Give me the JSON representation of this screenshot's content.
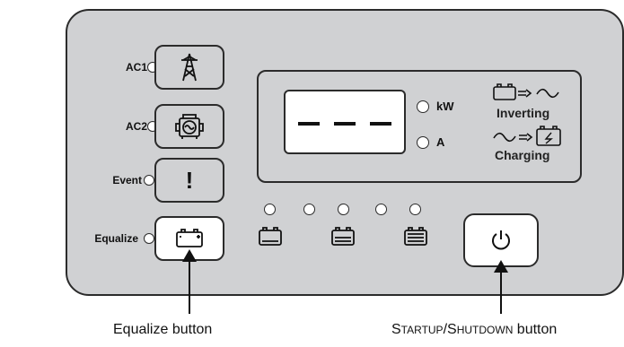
{
  "indicators": {
    "ac1": "AC1",
    "ac2": "AC2",
    "event": "Event",
    "equalize": "Equalize"
  },
  "buttons": {
    "event_symbol": "!"
  },
  "display": {
    "unit_kw": "kW",
    "unit_a": "A",
    "mode_inverting": "Inverting",
    "mode_charging": "Charging"
  },
  "captions": {
    "equalize_button": "Equalize button",
    "startup_prefix_big": "S",
    "startup_prefix_small": "TARTUP",
    "slash": "/",
    "shutdown_big": "S",
    "shutdown_small": "HUTDOWN",
    "button_word": " button"
  },
  "icons": {
    "ac1": "power-pylon-icon",
    "ac2": "generator-icon",
    "equalize": "battery-icon",
    "power": "power-icon",
    "battery_levels": [
      "battery-low-icon",
      "battery-mid-icon",
      "battery-full-icon"
    ]
  },
  "colors": {
    "panel": "#d0d1d3",
    "border": "#2b2b2b"
  }
}
